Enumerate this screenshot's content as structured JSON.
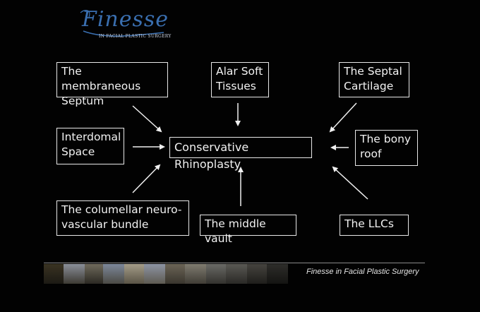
{
  "logo": {
    "script": "Finesse",
    "subtitle": "IN FACIAL PLASTIC SURGERY",
    "color": "#3a6fb0"
  },
  "diagram": {
    "center": "Conservative Rhinoplasty",
    "nodes": {
      "membranous_septum": "The membraneous\nSeptum",
      "alar_soft_tissues": "Alar Soft\nTissues",
      "septal_cartilage": "The Septal\nCartilage",
      "interdomal_space": "Interdomal\nSpace",
      "bony_roof": "The bony\nroof",
      "columellar_bundle": "The columellar neuro-\nvascular bundle",
      "middle_vault": "The middle vault",
      "llcs": "The LLCs"
    }
  },
  "footer": {
    "text": "Finesse in Facial Plastic Surgery"
  }
}
